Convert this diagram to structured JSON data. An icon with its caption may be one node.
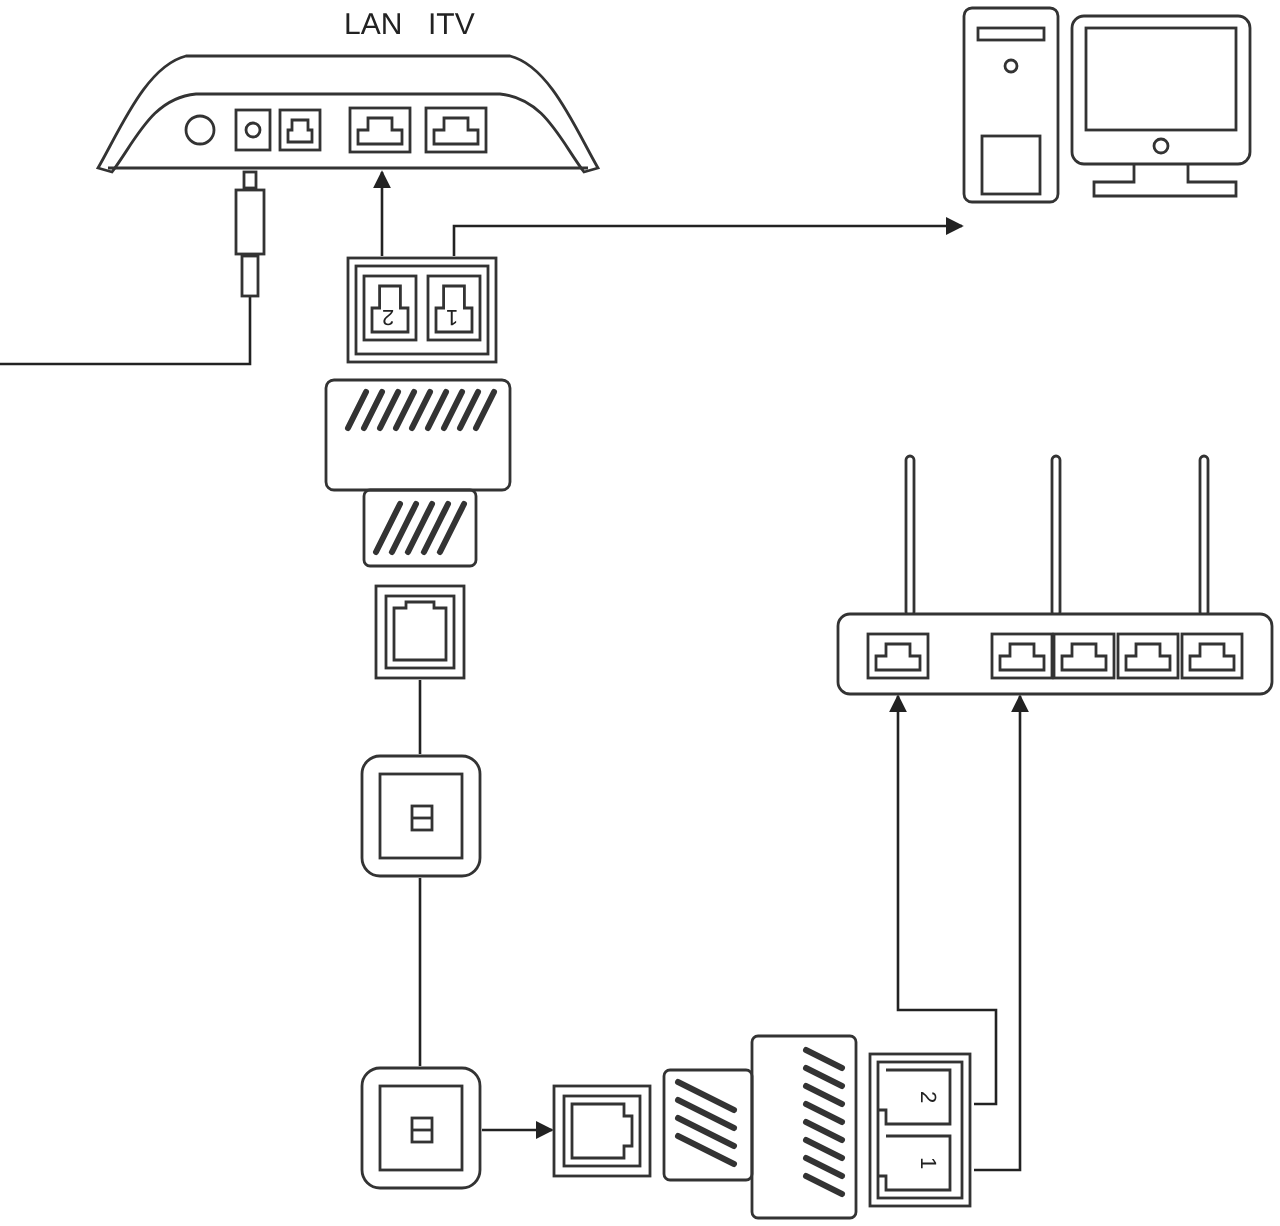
{
  "diagram": {
    "nodes": [
      {
        "text": [],
        "shape": "picture",
        "beside": [
          "LAN",
          "ITV"
        ]
      },
      {
        "text": [],
        "shape": "box"
      },
      {
        "text": [],
        "shape": "picture"
      },
      {
        "text": [],
        "shape": "picture"
      },
      {
        "text": [],
        "shape": "picture"
      },
      {
        "text": [],
        "shape": "picture"
      },
      {
        "text": [],
        "shape": "picture"
      },
      {
        "text": [],
        "shape": "picture"
      },
      {
        "text": [],
        "shape": "picture"
      },
      {
        "text": [],
        "shape": "picture"
      }
    ],
    "edges": [
      {
        "from": null,
        "to": 1,
        "arrow": "none"
      },
      {
        "from": 2,
        "to": 0,
        "arrow": "to"
      },
      {
        "from": 2,
        "to": 3,
        "arrow": "to"
      },
      {
        "from": 4,
        "to": 5,
        "arrow": "none"
      },
      {
        "from": 5,
        "to": 6,
        "arrow": "none"
      },
      {
        "from": 6,
        "to": 7,
        "arrow": "to"
      },
      {
        "from": 8,
        "to": 9,
        "arrow": "to"
      },
      {
        "from": 8,
        "to": 9,
        "arrow": "to"
      }
    ],
    "labels": [
      "2",
      "1",
      "2",
      "1"
    ]
  }
}
